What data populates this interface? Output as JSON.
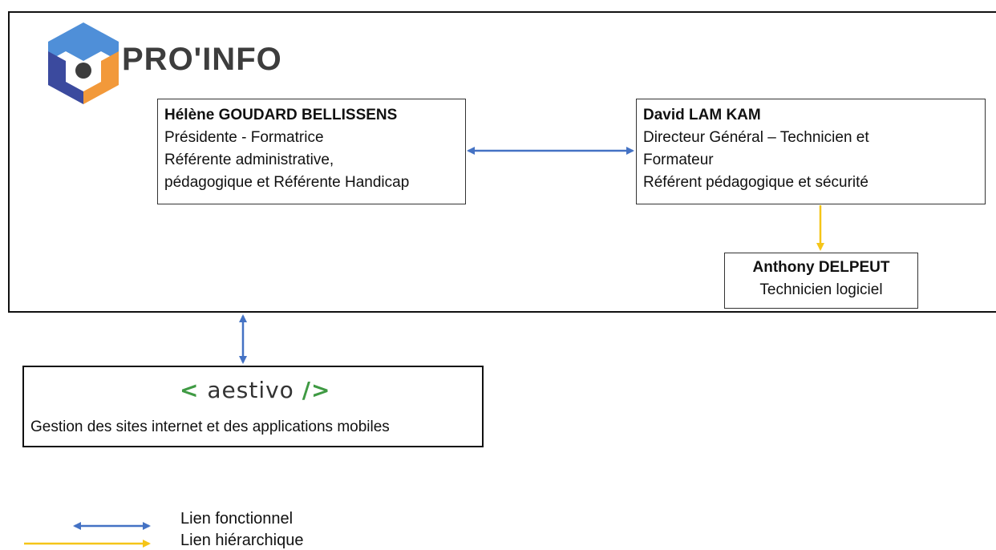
{
  "brand": {
    "name": "PRO'INFO"
  },
  "boxes": {
    "helene": {
      "name": "Hélène GOUDARD BELLISSENS",
      "line1": "Présidente - Formatrice",
      "line2": "Référente administrative,",
      "line3": "pédagogique et Référente Handicap"
    },
    "david": {
      "name": "David LAM KAM",
      "line1": "Directeur Général – Technicien et",
      "line2": "Formateur",
      "line3": "Référent pédagogique et sécurité"
    },
    "anthony": {
      "name": "Anthony DELPEUT",
      "line1": "Technicien logiciel"
    },
    "aestivo": {
      "logo_open": "<",
      "logo_word": "aestivo",
      "logo_close": "/>",
      "description": "Gestion des sites internet et des applications mobiles"
    }
  },
  "legend": {
    "functional": "Lien fonctionnel",
    "hierarchical": "Lien hiérarchique"
  },
  "colors": {
    "functional_link": "#4472c4",
    "hierarchical_link": "#f5c518",
    "logo_blue": "#3b4a9e",
    "logo_light_blue": "#4f8fd8",
    "logo_orange": "#f2993a",
    "aestivo_green": "#3f9a43"
  }
}
